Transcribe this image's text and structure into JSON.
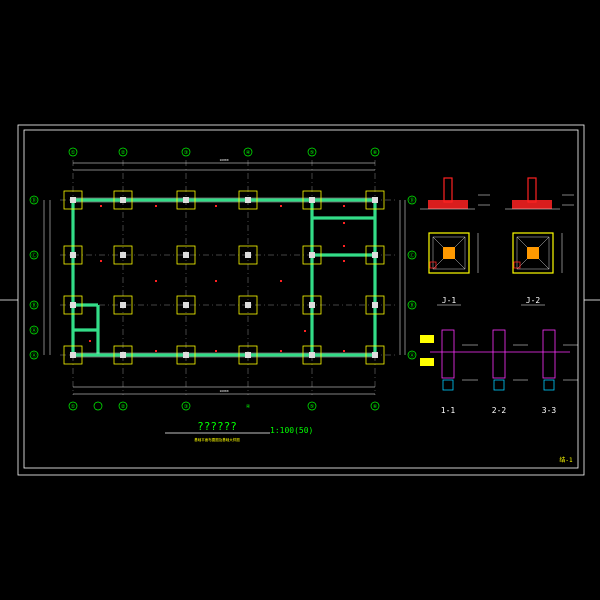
{
  "colors": {
    "background": "#000000",
    "frame": "#ffffff",
    "axis_bubble": "#00ff00",
    "dim_text": "#ffffff",
    "footing": "#ffff00",
    "column": "#ffffff",
    "beam": "#33dd88",
    "rebar": "#ff2222",
    "hatch": "#ff33ff",
    "title": "#00ff00"
  },
  "plan": {
    "top_axes": [
      "①",
      "②",
      "③",
      "④",
      "⑤",
      "⑥"
    ],
    "bottom_axes": [
      "①",
      "②",
      "③",
      "④",
      "⑤",
      "⑥"
    ],
    "left_axes": [
      "Ⓓ",
      "Ⓒ",
      "Ⓑ",
      "Ⓐ",
      "Ⓐ"
    ],
    "right_axes": [
      "Ⓓ",
      "Ⓒ",
      "Ⓑ",
      "Ⓐ"
    ],
    "dim_total_top": "16000",
    "dim_total_bottom": "16000",
    "title": "??????",
    "scale": "1:100(50)",
    "subtitle": "基础平面布置图及基础大样图"
  },
  "details": {
    "detail_j1": "J-1",
    "detail_j2": "J-2",
    "sec_1": "1-1",
    "sec_2": "2-2",
    "sec_3": "3-3"
  },
  "sheet": {
    "number": "结-1"
  }
}
